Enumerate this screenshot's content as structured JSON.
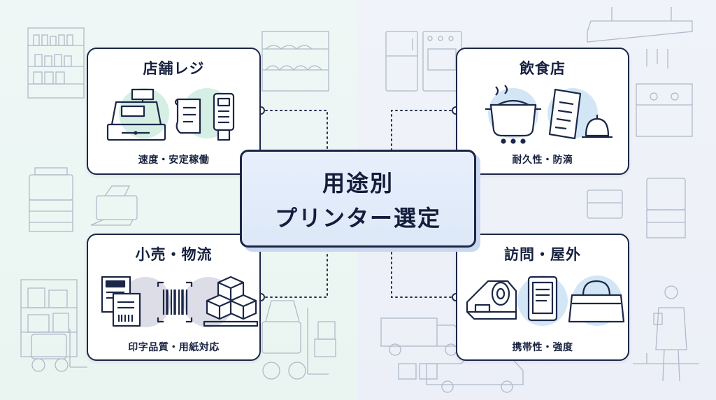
{
  "center": {
    "line1": "用途別",
    "line2": "プリンター選定"
  },
  "cards": [
    {
      "title": "店舗レジ",
      "subtitle": "速度・安定稼働"
    },
    {
      "title": "飲食店",
      "subtitle": "耐久性・防滴"
    },
    {
      "title": "小売・物流",
      "subtitle": "印字品質・用紙対応"
    },
    {
      "title": "訪問・屋外",
      "subtitle": "携帯性・強度"
    }
  ],
  "colors": {
    "navy": "#1c2748",
    "mint_circle": "#d5efe4",
    "blue_circle": "#d3e6f5",
    "gray_circle": "#dcdde6",
    "center_fill": "#e3ecfa"
  },
  "icons": [
    "cash-register-icon",
    "receipt-icon",
    "card-terminal-icon",
    "cooking-pot-icon",
    "order-sheet-icon",
    "service-bell-icon",
    "shipping-label-icon",
    "barcode-icon",
    "boxes-pallet-icon",
    "mobile-printer-icon",
    "tablet-icon",
    "bag-icon"
  ]
}
